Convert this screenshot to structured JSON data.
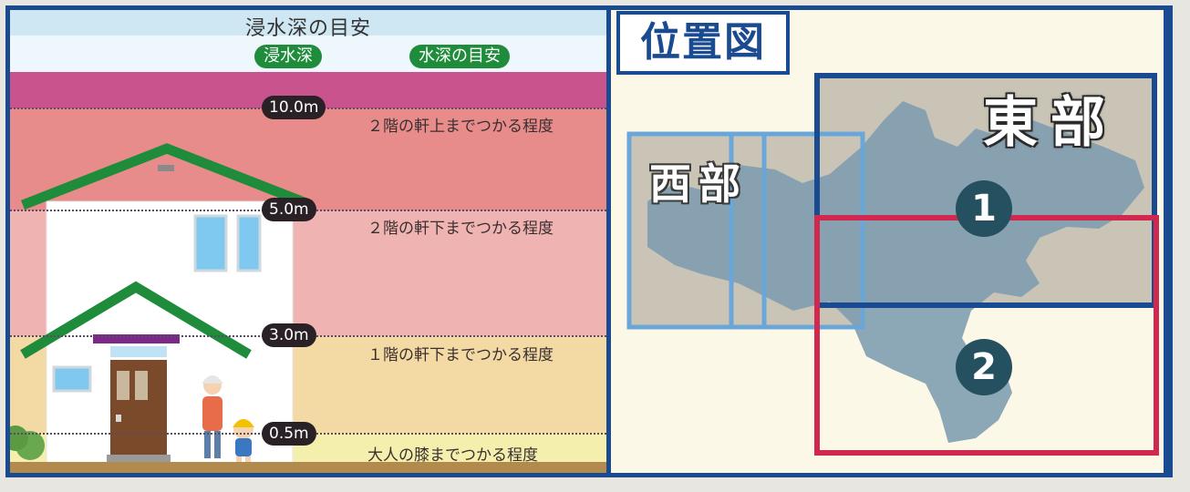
{
  "legend": {
    "title": "浸水深の目安",
    "col_depth": "浸水深",
    "col_guide": "水深の目安",
    "levels": [
      {
        "depth": "10.0m",
        "desc": "２階の軒上までつかる程度"
      },
      {
        "depth": "5.0m",
        "desc": "２階の軒下までつかる程度"
      },
      {
        "depth": "3.0m",
        "desc": "１階の軒下までつかる程度"
      },
      {
        "depth": "0.5m",
        "desc": "大人の膝までつかる程度"
      }
    ]
  },
  "map": {
    "title": "位置図",
    "east_label": "東部",
    "west_label": "西部",
    "area1": "1",
    "area2": "2"
  },
  "colors": {
    "frame": "#1a4a8f",
    "area2_border": "#d1284f",
    "roof": "#1f8c3b"
  }
}
